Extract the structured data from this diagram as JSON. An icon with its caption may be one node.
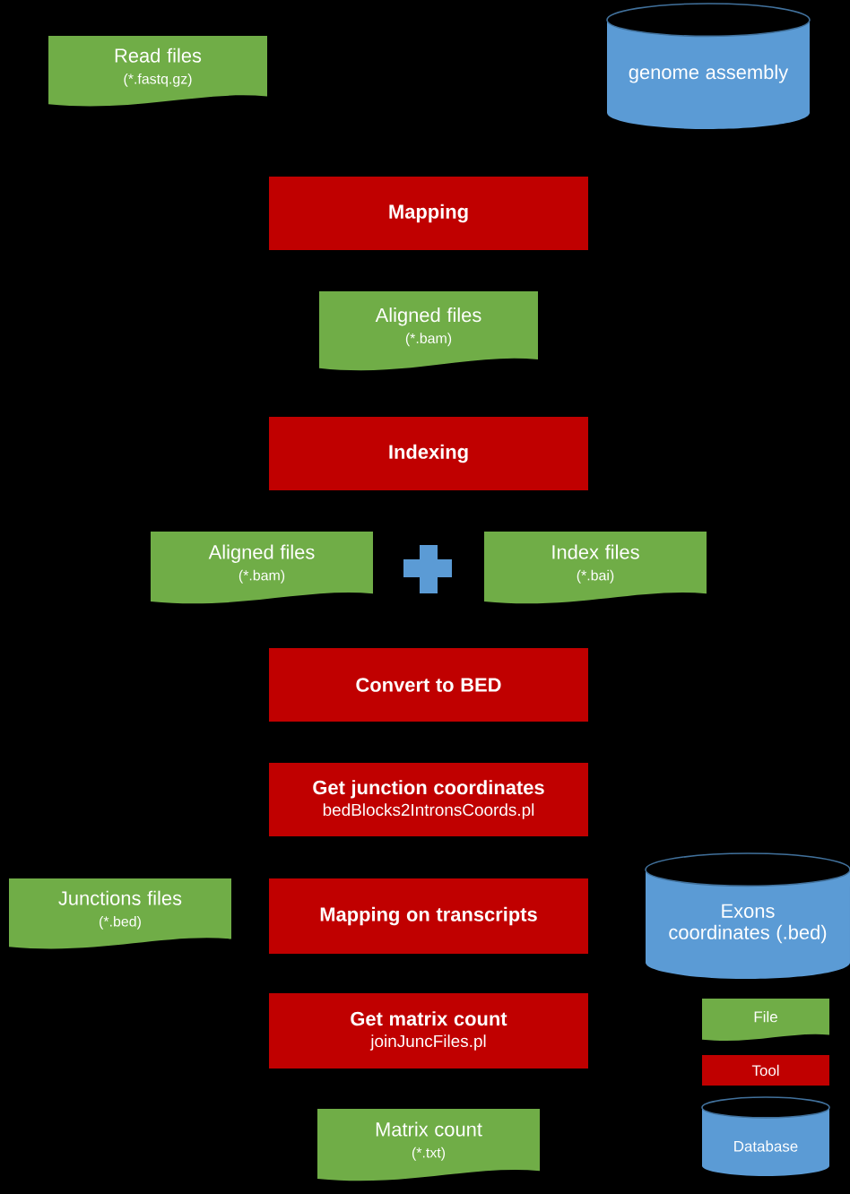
{
  "diagram": {
    "nodes": [
      {
        "text": [
          "Read files",
          "(*.fastq.gz)"
        ]
      },
      {
        "text": [
          "genome assembly"
        ]
      },
      {
        "text": [
          "Mapping"
        ]
      },
      {
        "text": [
          "Aligned files",
          "(*.bam)"
        ]
      },
      {
        "text": [
          "Indexing"
        ]
      },
      {
        "text": [
          "Aligned files",
          "(*.bam)"
        ]
      },
      {
        "text": [
          "Index files",
          "(*.bai)"
        ]
      },
      {
        "text": [
          "Convert to BED"
        ]
      },
      {
        "text": [
          "Get junction coordinates",
          "bedBlocks2IntronsCoords.pl"
        ]
      },
      {
        "text": [
          "Junctions files",
          "(*.bed)"
        ]
      },
      {
        "text": [
          "Mapping on transcripts"
        ]
      },
      {
        "text": [
          "Exons coordinates (.bed)"
        ]
      },
      {
        "text": [
          "Get matrix count",
          "joinJuncFiles.pl"
        ]
      },
      {
        "text": [
          "Matrix count",
          "(*.txt)"
        ]
      }
    ],
    "legend": [
      {
        "text": "File"
      },
      {
        "text": "Tool",
        "color": "#c00000"
      },
      {
        "text": "Database"
      }
    ]
  }
}
